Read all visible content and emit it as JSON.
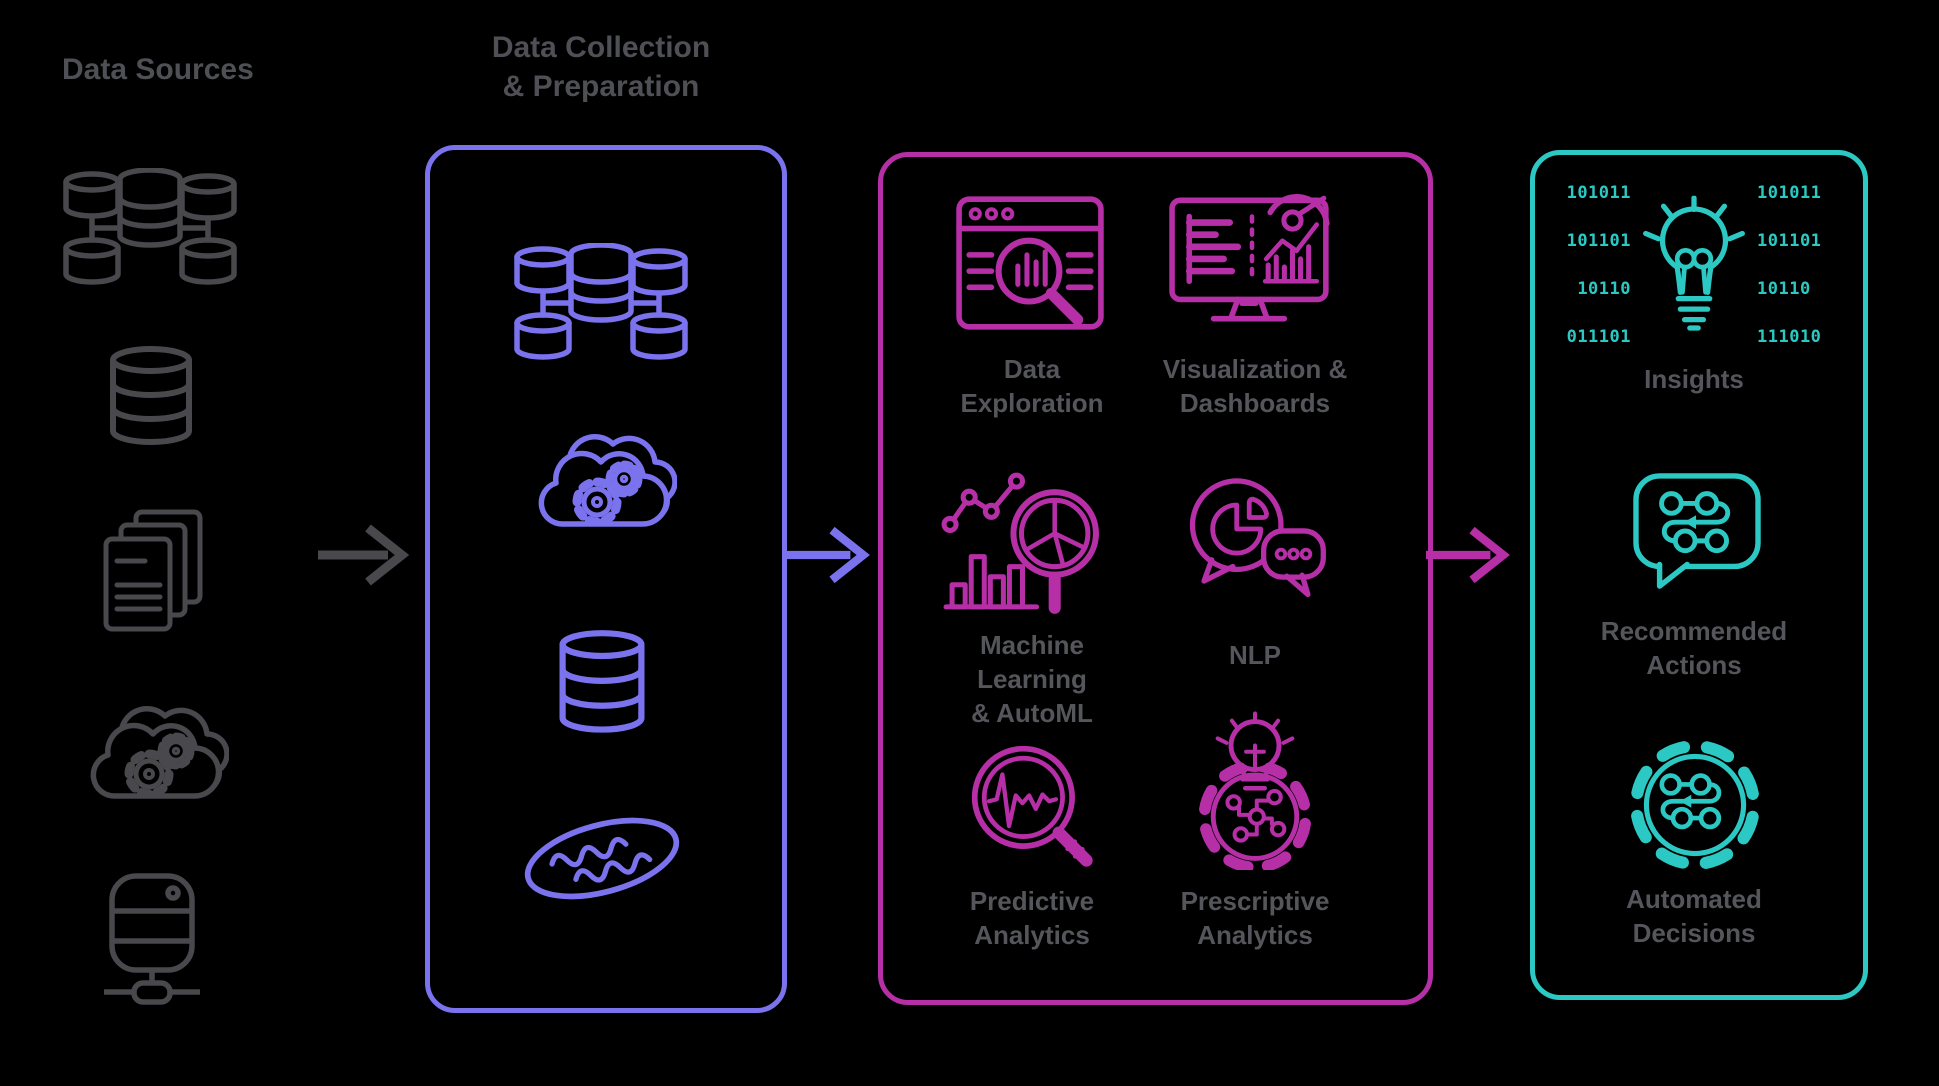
{
  "colors": {
    "bg": "#000000",
    "gray": "#48484d",
    "label": "#55555c",
    "title": "#4f4f56",
    "purple": "#7b72ee",
    "pink": "#b62fa7",
    "teal": "#2cc9c4"
  },
  "sources": {
    "title": "Data Sources",
    "icons": [
      {
        "name": "database-cluster-icon"
      },
      {
        "name": "database-icon"
      },
      {
        "name": "documents-icon"
      },
      {
        "name": "cloud-processing-icon"
      },
      {
        "name": "server-icon"
      }
    ]
  },
  "collection": {
    "title_line1": "Data Collection",
    "title_line2": "& Preparation",
    "icons": [
      {
        "name": "database-cluster-icon"
      },
      {
        "name": "cloud-processing-icon"
      },
      {
        "name": "database-icon"
      },
      {
        "name": "data-lake-icon"
      }
    ]
  },
  "analytics": {
    "items": [
      {
        "icon": "data-exploration-icon",
        "label_line1": "Data",
        "label_line2": "Exploration"
      },
      {
        "icon": "visualization-dashboards-icon",
        "label_line1": "Visualization &",
        "label_line2": "Dashboards"
      },
      {
        "icon": "machine-learning-icon",
        "label_line1": "Machine Learning",
        "label_line2": "& AutoML"
      },
      {
        "icon": "nlp-icon",
        "label_line1": "NLP",
        "label_line2": ""
      },
      {
        "icon": "predictive-analytics-icon",
        "label_line1": "Predictive",
        "label_line2": "Analytics"
      },
      {
        "icon": "prescriptive-analytics-icon",
        "label_line1": "Prescriptive",
        "label_line2": "Analytics"
      }
    ]
  },
  "outcomes": {
    "insights": {
      "icon": "insights-bulb-icon",
      "label": "Insights",
      "binary_left": [
        "101011",
        "101101",
        "10110",
        "011101"
      ],
      "binary_right": [
        "101011",
        "101101",
        "10110",
        "111010"
      ]
    },
    "recommended": {
      "icon": "recommended-actions-icon",
      "label_line1": "Recommended",
      "label_line2": "Actions"
    },
    "automated": {
      "icon": "automated-decisions-icon",
      "label_line1": "Automated",
      "label_line2": "Decisions"
    }
  },
  "arrows": [
    {
      "name": "sources-to-collection-arrow",
      "color": "#48484d"
    },
    {
      "name": "collection-to-analytics-arrow",
      "color": "#7b72ee"
    },
    {
      "name": "analytics-to-outcomes-arrow",
      "color": "#b62fa7"
    }
  ]
}
